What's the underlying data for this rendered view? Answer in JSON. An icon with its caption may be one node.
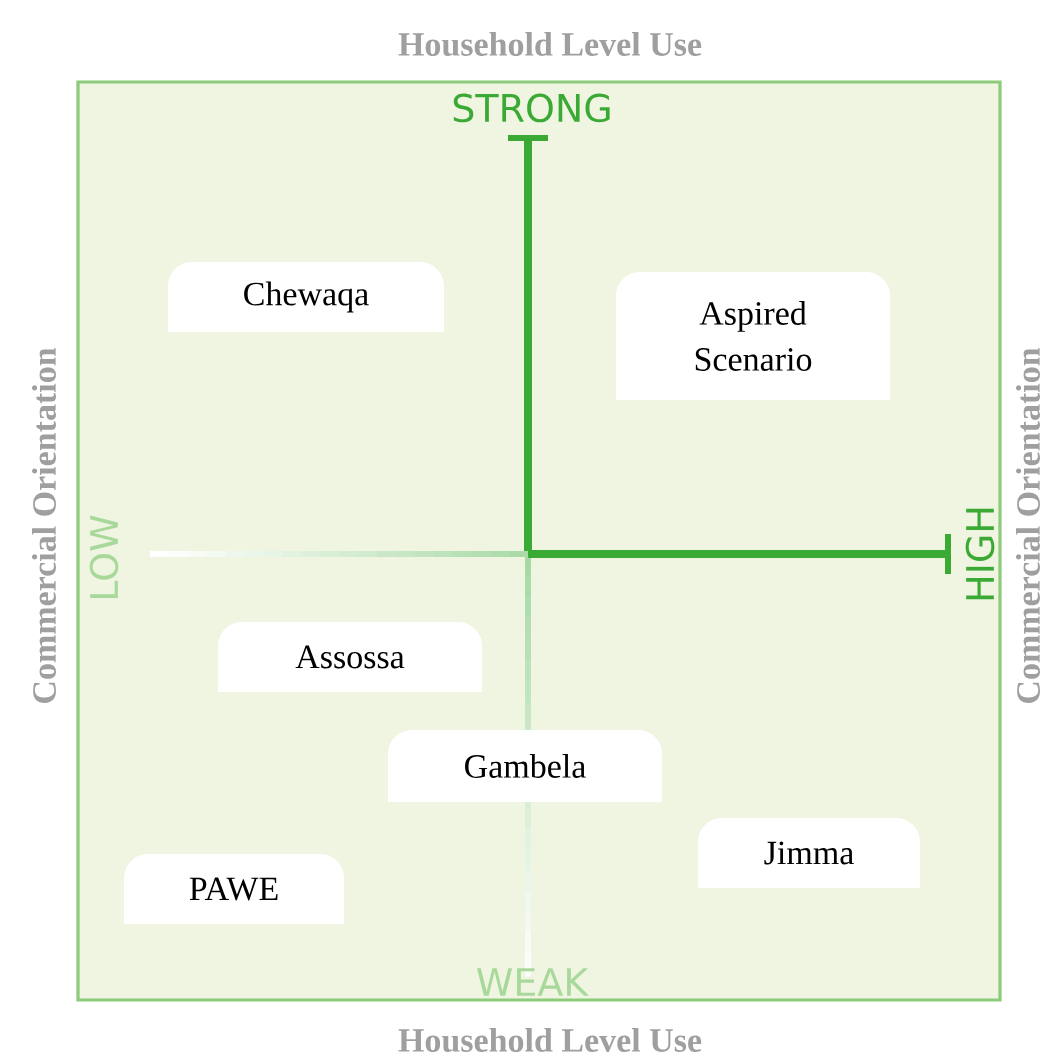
{
  "diagram": {
    "nodes": [
      {
        "text": [
          "Chewaqa"
        ]
      },
      {
        "text": [
          "Aspired Scenario"
        ]
      },
      {
        "text": [
          "Assossa"
        ]
      },
      {
        "text": [
          "Gambela"
        ]
      },
      {
        "text": [
          "Jimma"
        ]
      },
      {
        "text": [
          "PAWE"
        ]
      }
    ],
    "labels": [
      "Household Level Use",
      "STRONG",
      "Commercial Orientation",
      "LOW",
      "HIGH",
      "Commercial Orientation",
      "WEAK",
      "Household Level Use"
    ]
  }
}
